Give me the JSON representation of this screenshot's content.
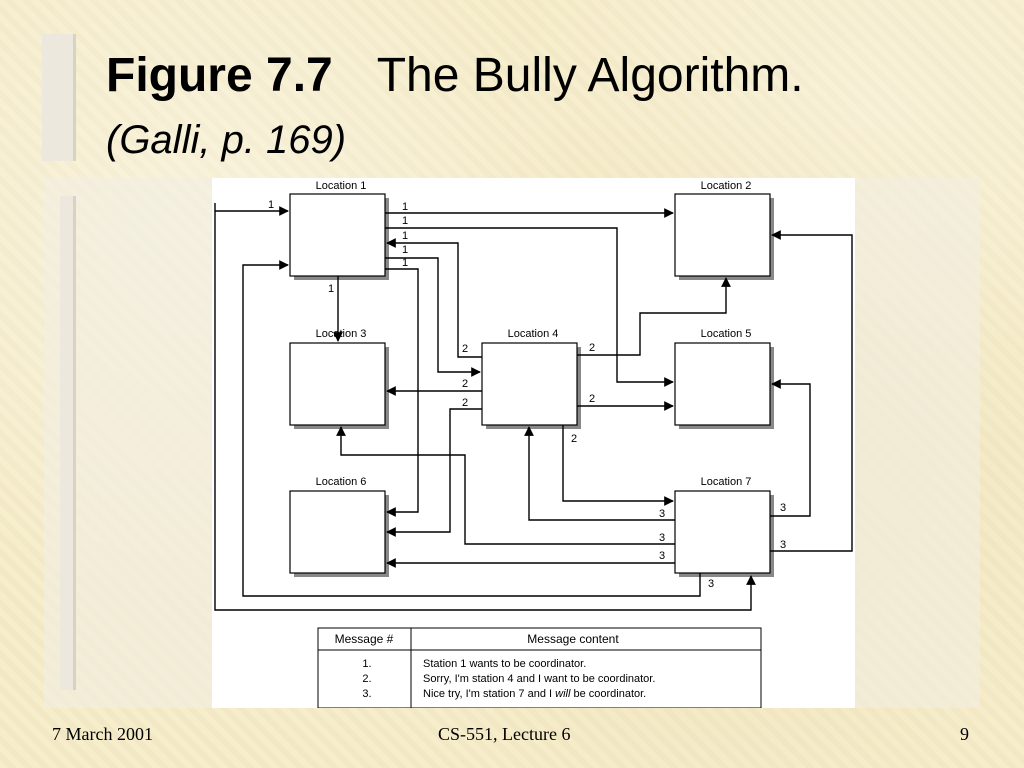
{
  "slide": {
    "title_bold": "Figure 7.7",
    "title_rest": "The Bully Algorithm.",
    "subtitle": "(Galli, p. 169)"
  },
  "figure": {
    "locations": [
      {
        "id": "loc1",
        "label": "Location 1"
      },
      {
        "id": "loc2",
        "label": "Location 2"
      },
      {
        "id": "loc3",
        "label": "Location 3"
      },
      {
        "id": "loc4",
        "label": "Location 4"
      },
      {
        "id": "loc5",
        "label": "Location 5"
      },
      {
        "id": "loc6",
        "label": "Location 6"
      },
      {
        "id": "loc7",
        "label": "Location 7"
      }
    ],
    "message_table": {
      "header_num": "Message #",
      "header_content": "Message content",
      "rows": [
        {
          "num": "1.",
          "content": "Station 1 wants to be coordinator."
        },
        {
          "num": "2.",
          "content": "Sorry, I'm station 4 and I want to be coordinator."
        },
        {
          "num": "3.",
          "content_before": "Nice try, I'm station 7 and I ",
          "content_em": "will",
          "content_after": " be coordinator."
        }
      ]
    }
  },
  "footer": {
    "date": "7 March 2001",
    "course": "CS-551, Lecture 6",
    "page": "9"
  }
}
